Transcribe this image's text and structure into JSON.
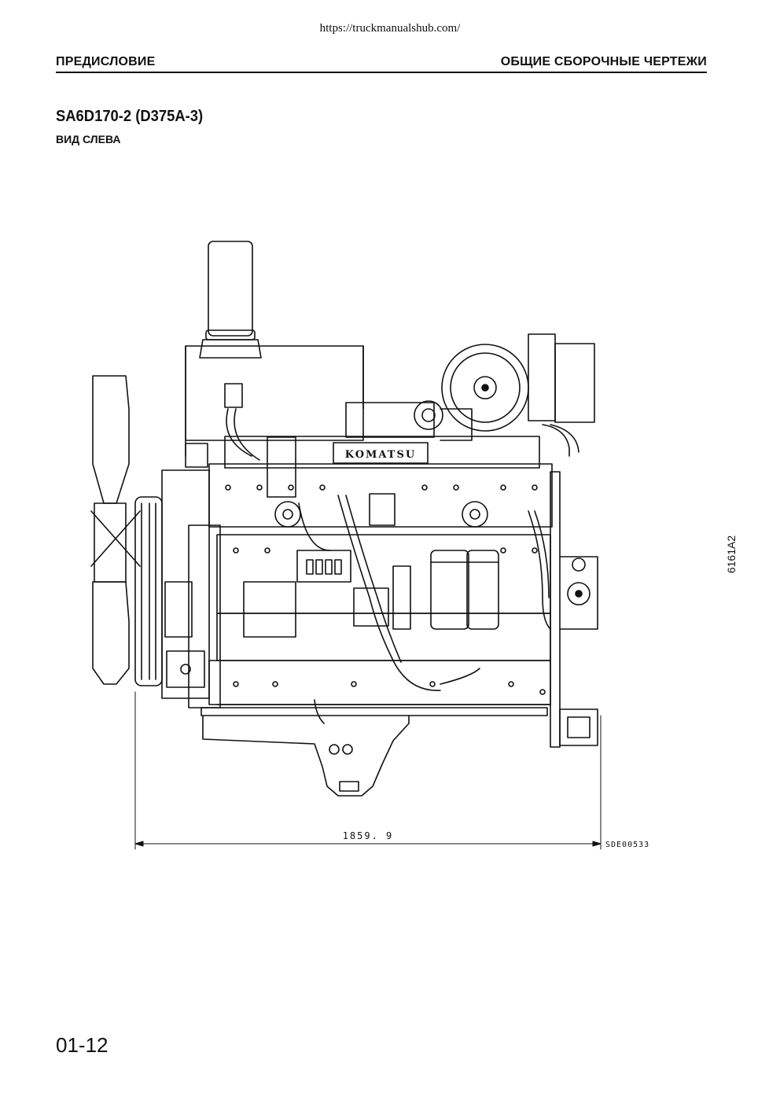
{
  "source_url": "https://truckmanualshub.com/",
  "header": {
    "left": "ПРЕДИСЛОВИЕ",
    "right": "ОБЩИЕ СБОРОЧНЫЕ ЧЕРТЕЖИ"
  },
  "section": {
    "model": "SA6D170-2 (D375A-3)",
    "view": "ВИД СЛЕВА"
  },
  "drawing": {
    "brand": "KOMATSU",
    "dimension": "1859. 9",
    "code": "SDE00533",
    "side_code": "6161A2"
  },
  "footer": {
    "page_number": "01-12"
  }
}
